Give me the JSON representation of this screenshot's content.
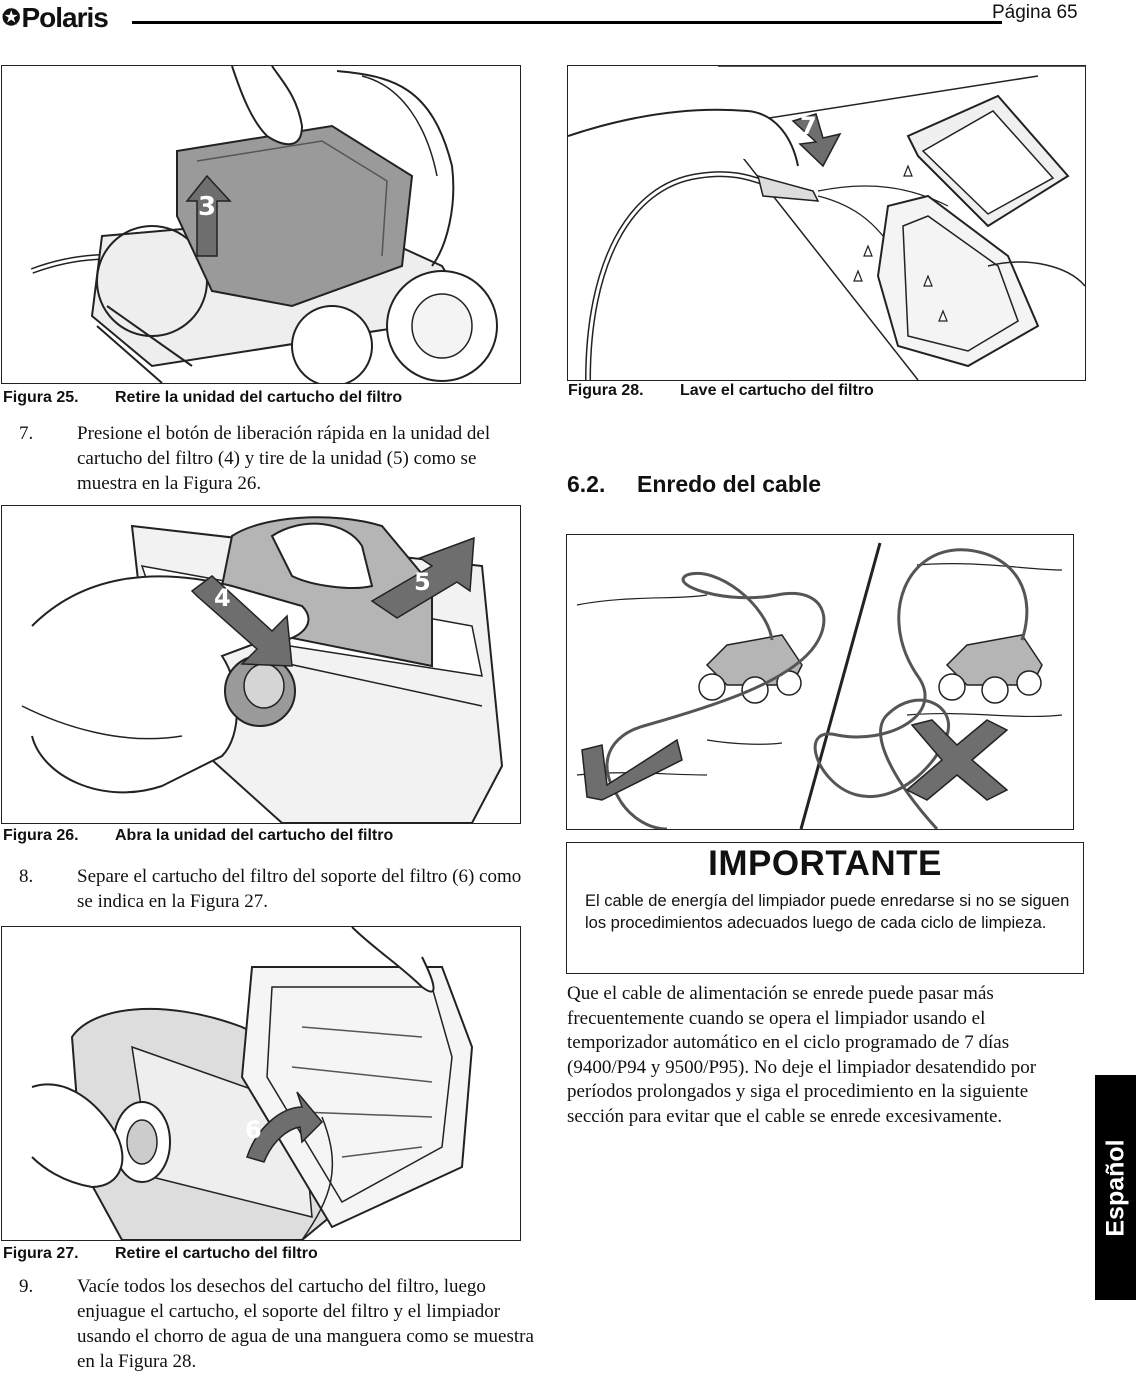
{
  "header": {
    "brand": "Polaris",
    "page_label": "Página 65"
  },
  "figures": {
    "fig25": {
      "number": "Figura 25.",
      "caption": "Retire la unidad del cartucho del filtro",
      "callout": "3"
    },
    "fig26": {
      "number": "Figura 26.",
      "caption": "Abra la unidad del cartucho del filtro",
      "callout_a": "4",
      "callout_b": "5"
    },
    "fig27": {
      "number": "Figura 27.",
      "caption": "Retire el cartucho del filtro",
      "callout": "6"
    },
    "fig28": {
      "number": "Figura 28.",
      "caption": "Lave el cartucho del filtro",
      "callout": "7"
    }
  },
  "steps": {
    "s7": {
      "num": "7.",
      "text": "Presione el botón de liberación rápida en la unidad del cartucho del filtro (4) y tire de la unidad (5) como se muestra en la Figura 26."
    },
    "s8": {
      "num": "8.",
      "text": "Separe el cartucho del filtro del soporte del filtro (6) como se indica en la Figura 27."
    },
    "s9": {
      "num": "9.",
      "text": "Vacíe todos los desechos del cartucho del filtro, luego enjuague el cartucho, el soporte del filtro y el limpiador usando el chorro de agua de una manguera como se muestra en la Figura 28."
    }
  },
  "section": {
    "number": "6.2.",
    "title": "Enredo del cable"
  },
  "important": {
    "title": "IMPORTANTE",
    "text": "El cable de energía del limpiador puede enredarse si no se siguen los procedimientos adecuados luego de cada ciclo de limpieza."
  },
  "paragraph": "Que el cable de alimentación se enrede puede pasar más frecuentemente cuando se opera el limpiador usando el temporizador automático en el ciclo programado de 7 días (9400/P94 y 9500/P95). No deje el limpiador desatendido por períodos prolongados y siga el procedimiento en la siguiente sección para evitar que el cable se enrede excesivamente.",
  "language_tab": "Español",
  "colors": {
    "callout_gray": "#6e6e6e",
    "body_gray": "#b5b5b5",
    "tab_black": "#000000"
  },
  "icons": {
    "correct": "check-mark-icon",
    "incorrect": "x-mark-icon"
  }
}
